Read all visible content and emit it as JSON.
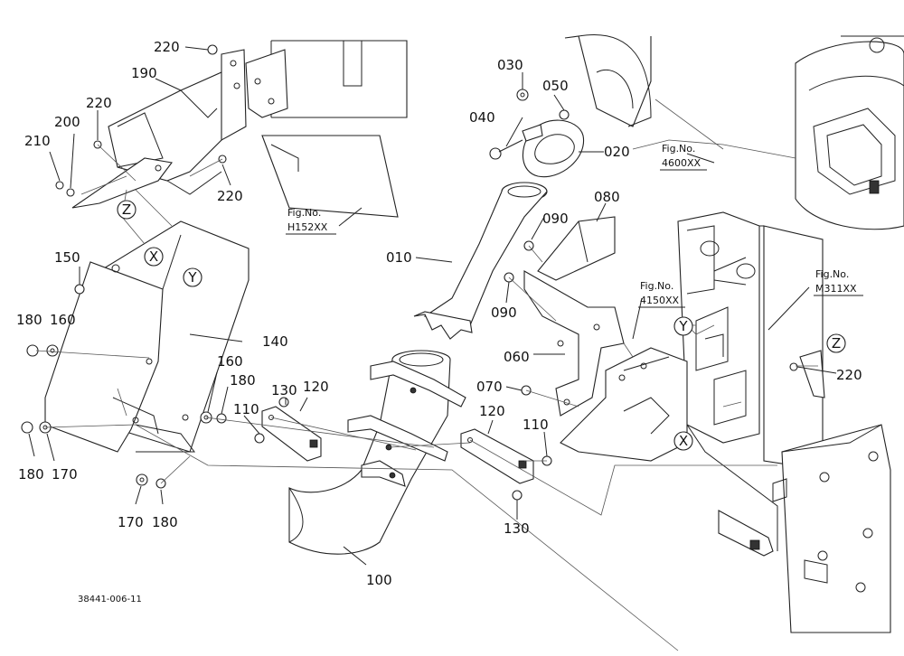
{
  "callouts": [
    "220",
    "190",
    "220",
    "200",
    "210",
    "220",
    "150",
    "180",
    "160",
    "140",
    "160",
    "180",
    "110",
    "130",
    "120",
    "180",
    "170",
    "170",
    "180",
    "100",
    "030",
    "050",
    "040",
    "020",
    "010",
    "080",
    "090",
    "090",
    "060",
    "070",
    "120",
    "110",
    "130",
    "220"
  ],
  "figure_refs": [
    {
      "prefix": "Fig.No.",
      "code": "H152XX"
    },
    {
      "prefix": "Fig.No.",
      "code": "4600XX"
    },
    {
      "prefix": "Fig.No.",
      "code": "4150XX"
    },
    {
      "prefix": "Fig.No.",
      "code": "M311XX"
    }
  ],
  "view_markers": [
    "Z",
    "X",
    "Y",
    "Y",
    "Z",
    "X"
  ],
  "drawing_number": "38441-006-11"
}
